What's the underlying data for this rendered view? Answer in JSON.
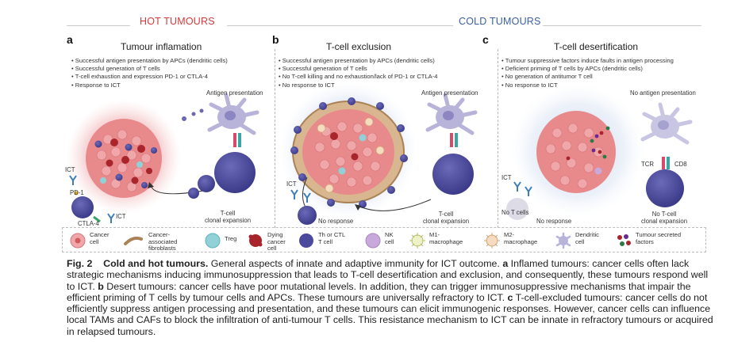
{
  "headers": {
    "hot": "HOT TUMOURS",
    "cold": "COLD TUMOURS"
  },
  "panels": [
    {
      "label": "a",
      "title": "Tumour inflamation",
      "bullets": [
        "Successful antigen presentation by APCs (dendritic cells)",
        "Successful generation of T cells",
        "T-cell exhaustion and expression PD-1 or CTLA-4",
        "Response to ICT"
      ],
      "labels": {
        "antigen_presentation": "Antigen presentation",
        "ict_top": "ICT",
        "pd1": "PD-1",
        "ctla4": "CTLA-4",
        "ict_bottom": "ICT",
        "expansion": "T-cell\nclonal expansion"
      }
    },
    {
      "label": "b",
      "title": "T-cell exclusion",
      "bullets": [
        "Successful antigen presentation by APCs (dendritic cells)",
        "Successful generation of T cells",
        "No T-cell killing and no exhaustion/lack of PD-1 or CTLA-4",
        "No response to ICT"
      ],
      "labels": {
        "antigen_presentation": "Antigen presentation",
        "ict": "ICT",
        "no_response": "No response",
        "expansion": "T-cell\nclonal expansion"
      }
    },
    {
      "label": "c",
      "title": "T-cell desertification",
      "bullets": [
        "Tumour suppressive factors induce faults in antigen processing",
        "Deficient priming of T cells by APCs (dendritic cells)",
        "No generation of antitumor T cell",
        "No response to ICT"
      ],
      "labels": {
        "no_antigen_presentation": "No antigen presentation",
        "ict": "ICT",
        "no_t_cells": "No T cells",
        "no_response": "No response",
        "tcr": "TCR",
        "cd8": "CD8",
        "no_expansion": "No T-cell\nclonal expansion"
      }
    }
  ],
  "legend": [
    {
      "label": "Cancer\ncell",
      "icon": "cancer-cell-icon"
    },
    {
      "label": "Cancer-\nassociated\nfibroblasts",
      "icon": "fibroblast-icon"
    },
    {
      "label": "Treg",
      "icon": "treg-icon"
    },
    {
      "label": "Dying\ncancer\ncell",
      "icon": "dying-cancer-cell-icon"
    },
    {
      "label": "Th or CTL\nT cell",
      "icon": "t-cell-icon"
    },
    {
      "label": "NK\ncell",
      "icon": "nk-cell-icon"
    },
    {
      "label": "M1-\nmacrophage",
      "icon": "m1-macrophage-icon"
    },
    {
      "label": "M2-\nmacrophage",
      "icon": "m2-macrophage-icon"
    },
    {
      "label": "Dendritic\ncell",
      "icon": "dendritic-cell-icon"
    },
    {
      "label": "Tumour secreted\nfactors",
      "icon": "secreted-factors-icon"
    }
  ],
  "caption": {
    "fig": "Fig. 2",
    "title": "Cold and hot tumours.",
    "lead": "General aspects of innate and adaptive immunity for ICT outcome.",
    "a_label": "a",
    "a_text": "Inflamed tumours: cancer cells often lack strategic mechanisms inducing immunosuppression that leads to T-cell desertification and exclusion, and consequently, these tumours respond well to ICT.",
    "b_label": "b",
    "b_text": "Desert tumours: cancer cells have poor mutational levels. In addition, they can trigger immunosuppressive mechanisms that impair the efficient priming of T cells by tumour cells and APCs. These tumours are universally refractory to ICT.",
    "c_label": "c",
    "c_text": "T-cell-excluded tumours: cancer cells do not efficiently suppress antigen processing and presentation, and these tumours can elicit immunogenic responses. However, cancer cells can influence local TAMs and CAFs to block the infiltration of anti-tumour T cells. This resistance mechanism to ICT can be innate in refractory tumours or acquired in relapsed tumours."
  },
  "colors": {
    "hot": "#d6393a",
    "cold": "#3a5fa8",
    "tumour": "#e8898c",
    "t_cell": "#4b4a9c",
    "dendritic": "#b7b3d9"
  }
}
